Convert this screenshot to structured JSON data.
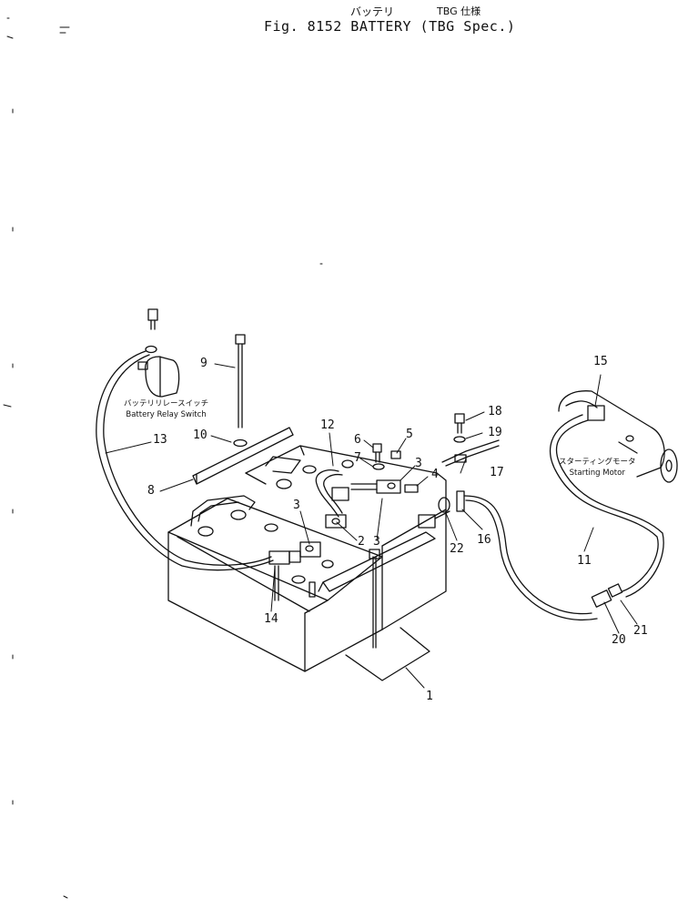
{
  "title": {
    "japanese": "バッテリ",
    "tbg_spec": "TBG 仕様",
    "main": "Fig. 8152  BATTERY (TBG Spec.)"
  },
  "captions": {
    "relay_jp": "バッテリリレースイッチ",
    "relay_en": "Battery Relay Switch",
    "motor_jp": "スターティングモータ",
    "motor_en": "Starting Motor"
  },
  "part_numbers": [
    "1",
    "2",
    "3",
    "3",
    "3",
    "4",
    "5",
    "6",
    "7",
    "8",
    "9",
    "10",
    "11",
    "12",
    "13",
    "14",
    "15",
    "16",
    "17",
    "18",
    "19",
    "20",
    "21",
    "22"
  ],
  "colors": {
    "ink": "#111111",
    "paper": "#ffffff"
  }
}
